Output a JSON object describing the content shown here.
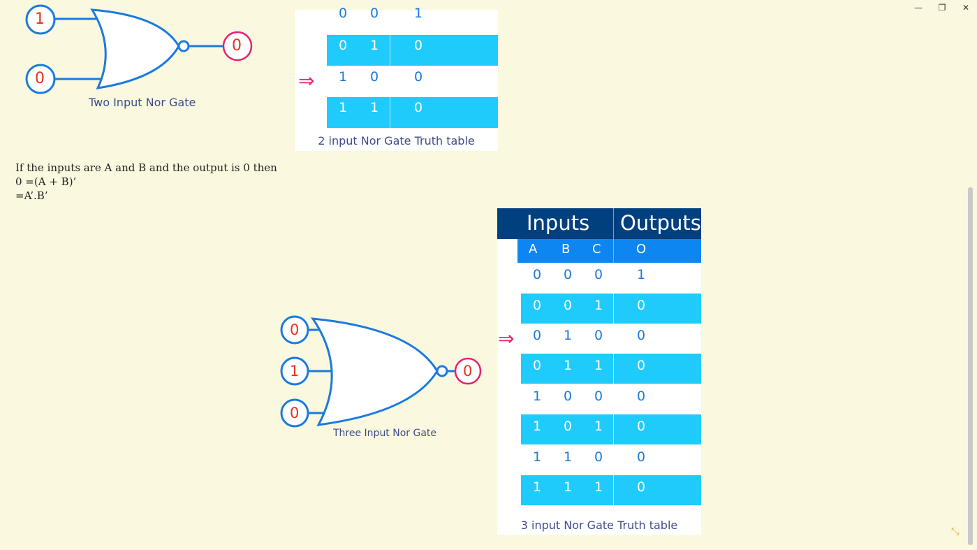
{
  "window": {
    "minimize_icon": "—",
    "restore_icon": "❐",
    "close_icon": "✕",
    "resize_icon": "⤡"
  },
  "two_input_gate": {
    "input_a": "1",
    "input_b": "0",
    "output": "0",
    "caption": "Two Input Nor Gate"
  },
  "tt2": {
    "rows": [
      [
        "0",
        "0",
        "1"
      ],
      [
        "0",
        "1",
        "0"
      ],
      [
        "1",
        "0",
        "0"
      ],
      [
        "1",
        "1",
        "0"
      ]
    ],
    "arrow": "⇒",
    "caption": "2 input Nor Gate Truth table"
  },
  "explanation": {
    "line1": "If the inputs are A and B and the output is 0 then",
    "line2": "0 =(A + B)’",
    "line3": "=A’.B’"
  },
  "three_input_gate": {
    "input_a": "0",
    "input_b": "1",
    "input_c": "0",
    "output": "0",
    "caption": "Three Input Nor Gate"
  },
  "tt3": {
    "header_inputs": "Inputs",
    "header_outputs": "Outputs",
    "col_a": "A",
    "col_b": "B",
    "col_c": "C",
    "col_o": "O",
    "rows": [
      [
        "0",
        "0",
        "0",
        "1"
      ],
      [
        "0",
        "0",
        "1",
        "0"
      ],
      [
        "0",
        "1",
        "0",
        "0"
      ],
      [
        "0",
        "1",
        "1",
        "0"
      ],
      [
        "1",
        "0",
        "0",
        "0"
      ],
      [
        "1",
        "0",
        "1",
        "0"
      ],
      [
        "1",
        "1",
        "0",
        "0"
      ],
      [
        "1",
        "1",
        "1",
        "0"
      ]
    ],
    "arrow": "⇒",
    "caption": "3 input Nor Gate Truth table"
  },
  "colors": {
    "background": "#faf8de",
    "gate_stroke": "#1a7ae0",
    "input_text": "#e8321e",
    "output_circle": "#e8216f",
    "row_highlight": "#1ecbfb",
    "header_dark": "#00407f",
    "header_light": "#0d86f2"
  }
}
